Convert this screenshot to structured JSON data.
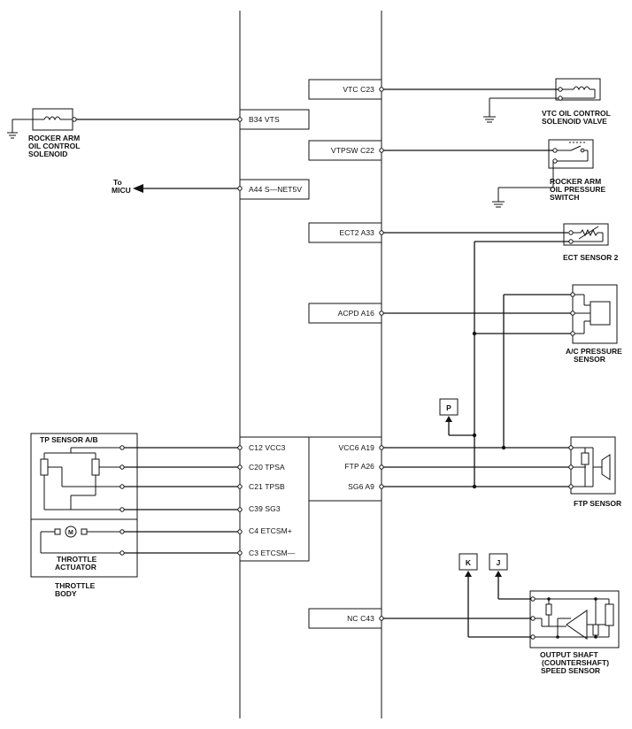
{
  "ecm_pins_right": {
    "vtc": "VTC C23",
    "vtpsw": "VTPSW C22",
    "ect2": "ECT2 A33",
    "acpd": "ACPD A16",
    "vcc6": "VCC6 A19",
    "ftp": "FTP A26",
    "sg6": "SG6 A9",
    "nc": "NC C43"
  },
  "ecm_pins_left": {
    "b34": "B34 VTS",
    "a44": "A44 S—NET5V",
    "c12": "C12 VCC3",
    "c20": "C20 TPSA",
    "c21": "C21 TPSB",
    "c39": "C39 SG3",
    "c4": "C4 ETCSM+",
    "c3": "C3 ETCSM—"
  },
  "components": {
    "rocker_solenoid": [
      "ROCKER ARM",
      "OIL CONTROL",
      "SOLENOID"
    ],
    "to_micu": [
      "To",
      "MICU"
    ],
    "vtc_solenoid": [
      "VTC OIL CONTROL",
      "SOLENOID VALVE"
    ],
    "rocker_switch": [
      "ROCKER ARM",
      "OIL PRESSURE",
      "SWITCH"
    ],
    "ect_sensor": "ECT SENSOR 2",
    "ac_sensor": [
      "A/C PRESSURE",
      "SENSOR"
    ],
    "ftp_sensor": "FTP SENSOR",
    "tp_sensor": "TP SENSOR A/B",
    "throttle_actuator": [
      "THROTTLE",
      "ACTUATOR"
    ],
    "throttle_body": [
      "THROTTLE",
      "BODY"
    ],
    "output_shaft": [
      "OUTPUT SHAFT",
      "(COUNTERSHAFT)",
      "SPEED SENSOR"
    ]
  },
  "connectors": {
    "p": "P",
    "k": "K",
    "j": "J"
  }
}
